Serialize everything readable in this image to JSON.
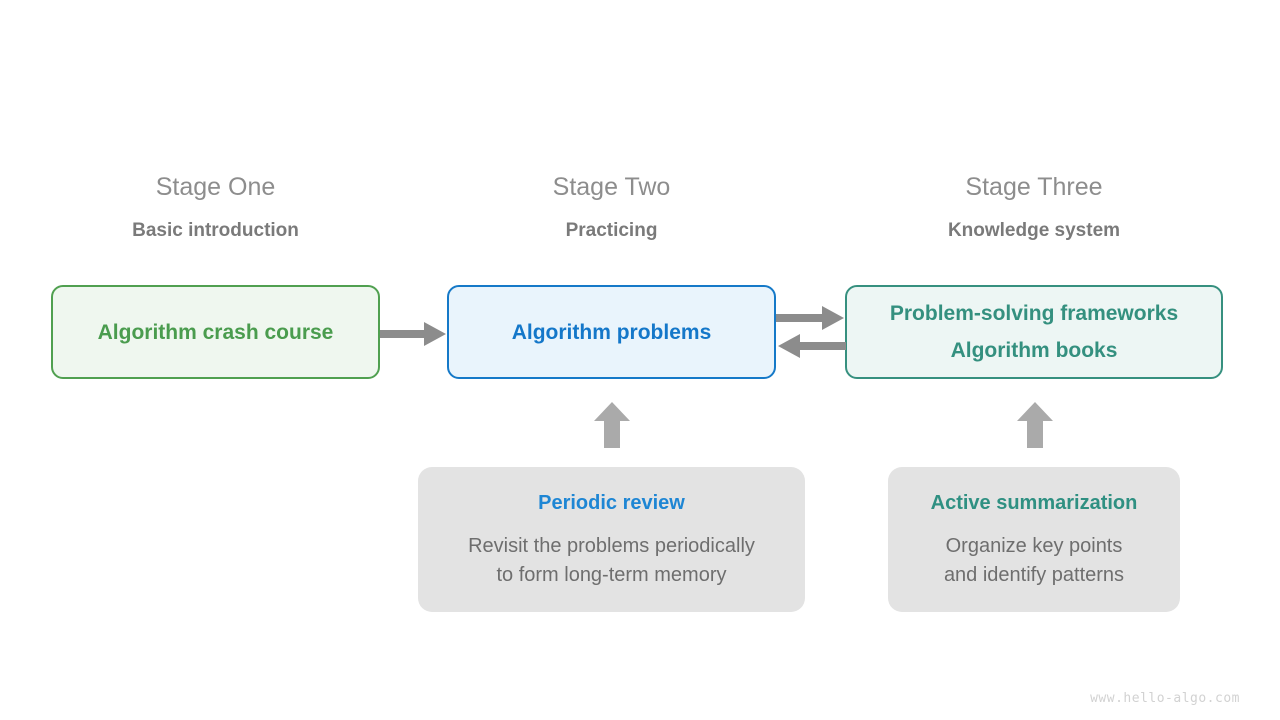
{
  "diagram": {
    "title_watermark": "www.hello-algo.com",
    "stages": [
      {
        "name": "Stage One",
        "subtitle": "Basic introduction",
        "box_lines": [
          "Algorithm crash course"
        ],
        "accent": "#4a9c4e"
      },
      {
        "name": "Stage Two",
        "subtitle": "Practicing",
        "box_lines": [
          "Algorithm problems"
        ],
        "accent": "#1477c9"
      },
      {
        "name": "Stage Three",
        "subtitle": "Knowledge system",
        "box_lines": [
          "Problem-solving frameworks",
          "Algorithm books"
        ],
        "accent": "#34907f"
      }
    ],
    "notes": [
      {
        "title": "Periodic review",
        "body_lines": [
          "Revisit the problems periodically",
          "to form long-term memory"
        ],
        "accent": "#1e86d4"
      },
      {
        "title": "Active summarization",
        "body_lines": [
          "Organize key points",
          "and identify patterns"
        ],
        "accent": "#2f9082"
      }
    ],
    "arrows": [
      {
        "name": "stage-one-to-stage-two",
        "direction": "right"
      },
      {
        "name": "stage-two-to-stage-three",
        "direction": "right"
      },
      {
        "name": "stage-three-to-stage-two",
        "direction": "left"
      },
      {
        "name": "periodic-review-to-stage-two",
        "direction": "up"
      },
      {
        "name": "active-summarization-to-stage-three",
        "direction": "up"
      }
    ],
    "colors": {
      "arrow": "#8c8c8c",
      "note_bg": "#e3e3e3",
      "stage_title": "#8d8d8d",
      "stage_subtitle": "#7a7a7a",
      "note_body": "#6e6e6e",
      "watermark": "#d2d2d2"
    }
  }
}
